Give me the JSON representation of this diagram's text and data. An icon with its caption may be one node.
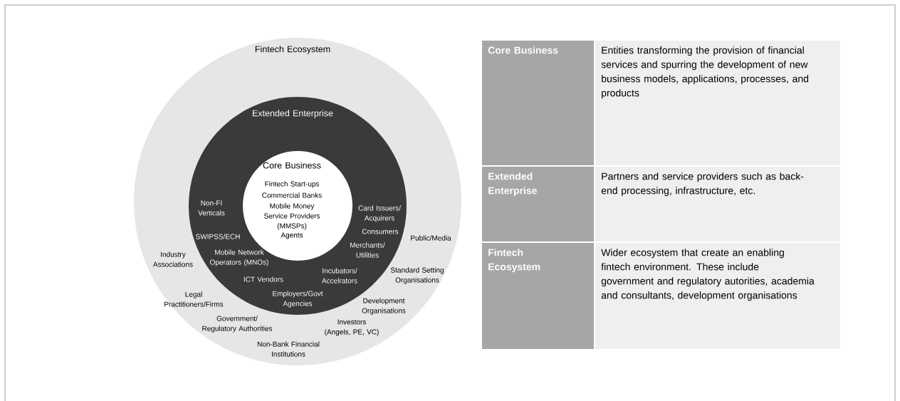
{
  "diagram": {
    "nodes": [
      {
        "text": [
          "Fintech Ecosystem",
          "Public/Media",
          "Industry Associations",
          "Standard Setting Organisations",
          "Legal Practitioners/Firms",
          "Development Organisations",
          "Government/ Regulatory Authorities",
          "Investors (Angels, PE, VC)",
          "Non-Bank Financial Institutions"
        ]
      },
      {
        "text": [
          "Extended Enterprise",
          "Non-FI Verticals",
          "Card Issuers/ Acquirers",
          "Consumers",
          "SWIPSS/ECH",
          "Merchants/ Utilities",
          "Mobile Network Operators (MNOs)",
          "Incubators/ Accelrators",
          "ICT Vendors",
          "Employers/Govt Agencies"
        ],
        "in": 0
      },
      {
        "text": [
          "Core Business",
          "Fintech Start-ups",
          "Commercial Banks",
          "Mobile Money Service Providers (MMSPs)",
          "Agents"
        ],
        "in": 1
      }
    ],
    "labels": [
      "Core Business",
      "Entities transforming the provision of financial services and spurring the development of new business models, applications, processes, and products",
      "Extended Enterprise",
      "Partners and service providers such as back-end processing, infrastructure, etc.",
      "Fintech Ecosystem",
      "Wider ecosystem that create an enabling fintech environment. These include government and regulatory autorities, academia and consultants, development organisations"
    ]
  }
}
